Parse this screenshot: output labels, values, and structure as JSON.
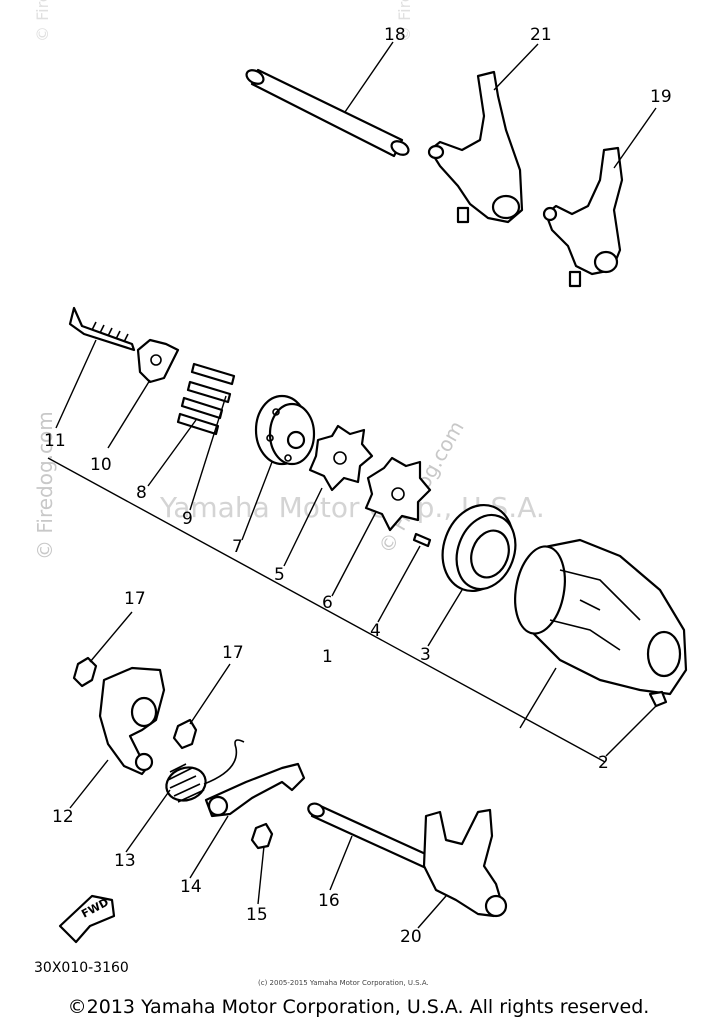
{
  "watermarks": {
    "center": "Yamaha Motor Corp., U.S.A.",
    "left_vertical": "© Firedog.com",
    "mid_diag": "© Firedog.com",
    "corner_left": "© Fire",
    "corner_right": "© Fire"
  },
  "callouts": {
    "p1": "1",
    "p2": "2",
    "p3": "3",
    "p4": "4",
    "p5": "5",
    "p6": "6",
    "p7": "7",
    "p8": "8",
    "p9": "9",
    "p10": "10",
    "p11": "11",
    "p12": "12",
    "p13": "13",
    "p14": "14",
    "p15": "15",
    "p16": "16",
    "p17a": "17",
    "p17b": "17",
    "p18": "18",
    "p19": "19",
    "p20": "20",
    "p21": "21"
  },
  "fwd_label": "FWD",
  "diagram_code": "30X010-3160",
  "small_copyright": "(c) 2005-2015 Yamaha Motor Corporation, U.S.A.",
  "footer_copyright": "©2013 Yamaha Motor Corporation, U.S.A. All rights reserved."
}
